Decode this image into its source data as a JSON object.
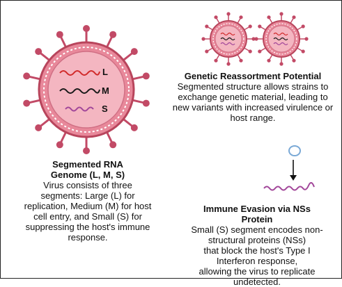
{
  "colors": {
    "virus_fill": "#e8889a",
    "virus_inner": "#f4b6c1",
    "virus_stroke": "#b8455c",
    "spike": "#c24a66",
    "segment_L": "#d12a2a",
    "segment_M": "#1a1a1a",
    "segment_S": "#a2479a",
    "marker": "#7aa9d6"
  },
  "virus_labels": {
    "L": "L",
    "M": "M",
    "S": "S"
  },
  "segmented_rna": {
    "title": "Segmented RNA\nGenome (L, M, S)",
    "body": "Virus consists of three\nsegments: Large (L) for\nreplication, Medium (M) for host\ncell entry, and Small (S) for\nsuppressing the host's immune\nresponse."
  },
  "reassortment": {
    "title": "Genetic Reassortment Potential",
    "body": "Segmented structure allows strains to\nexchange genetic material, leading to\nnew variants with increased virulence or\nhost range."
  },
  "immune_evasion": {
    "title": "Immune Evasion via NSs Protein",
    "body": "Small (S) segment encodes non-\nstructural proteins (NSs)\nthat block the host's Type I\nInterferon response,\nallowing the virus to replicate\nundetected."
  },
  "icons": [
    "virus-icon",
    "virus-pair-icon",
    "interferon-marker-icon",
    "down-arrow-icon",
    "rna-strand-icon"
  ]
}
